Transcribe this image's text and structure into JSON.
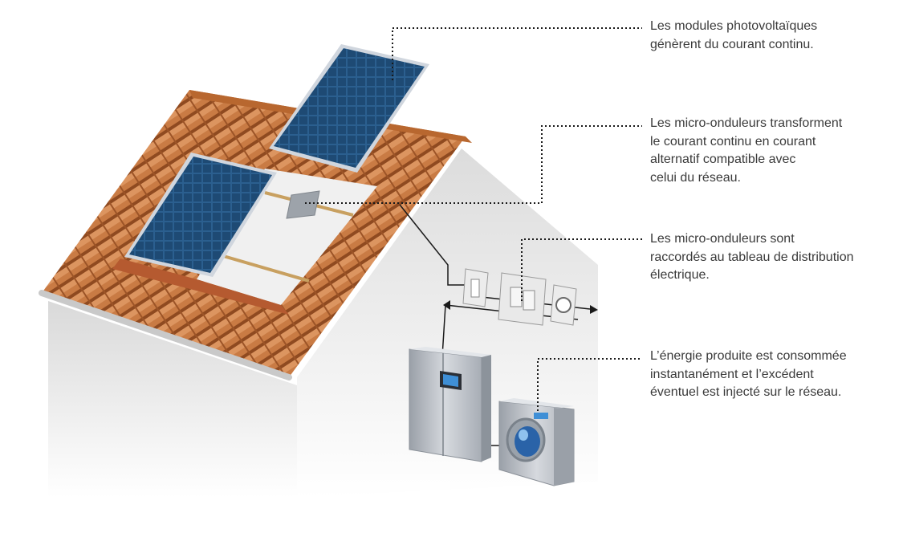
{
  "callouts": [
    {
      "id": "modules",
      "lines": [
        "Les modules photovoltaïques",
        "génèrent du courant continu."
      ]
    },
    {
      "id": "micro-onduleurs",
      "lines": [
        "Les micro-onduleurs transforment",
        "le courant continu en courant",
        "alternatif compatible avec",
        "celui du réseau."
      ]
    },
    {
      "id": "tableau",
      "lines": [
        "Les micro-onduleurs sont",
        "raccordés au tableau de distribution",
        "électrique."
      ]
    },
    {
      "id": "consommation",
      "lines": [
        "L’énergie produite est consommée",
        "instantanément et l’excédent",
        "éventuel est injecté sur le réseau."
      ]
    }
  ],
  "colors": {
    "text": "#3a3a3a",
    "tile": "#c97b44",
    "tile_dark": "#9c5427",
    "panel": "#1f4e78",
    "wall": "#e6e6e6",
    "appliance": "#b9bec6"
  }
}
